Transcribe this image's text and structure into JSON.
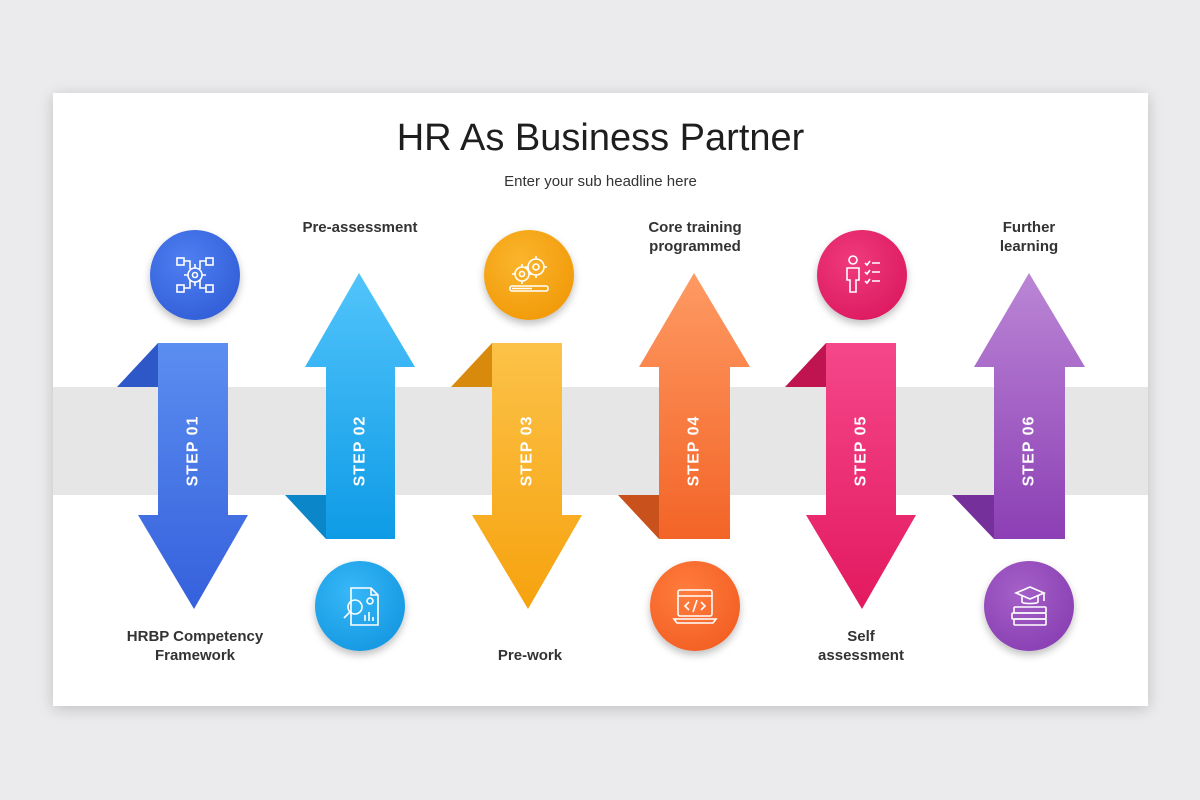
{
  "slide": {
    "title": "HR As Business Partner",
    "subtitle": "Enter your sub headline here"
  },
  "steps": [
    {
      "label": "STEP 01",
      "caption_line1": "HRBP Competency",
      "caption_line2": "Framework",
      "direction": "down",
      "color": "#3f6fe0",
      "icon": "network-gear-icon"
    },
    {
      "label": "STEP 02",
      "caption_line1": "Pre-assessment",
      "caption_line2": "",
      "direction": "up",
      "color": "#1aa6ee",
      "icon": "document-search-icon"
    },
    {
      "label": "STEP 03",
      "caption_line1": "Pre-work",
      "caption_line2": "",
      "direction": "down",
      "color": "#f9ad1f",
      "icon": "gears-progress-icon"
    },
    {
      "label": "STEP 04",
      "caption_line1": "Core training",
      "caption_line2": "programmed",
      "direction": "up",
      "color": "#f77232",
      "icon": "code-window-icon"
    },
    {
      "label": "STEP 05",
      "caption_line1": "Self",
      "caption_line2": "assessment",
      "direction": "down",
      "color": "#ec2a6e",
      "icon": "person-checklist-icon"
    },
    {
      "label": "STEP 06",
      "caption_line1": "Further",
      "caption_line2": "learning",
      "direction": "up",
      "color": "#9b52c0",
      "icon": "graduation-books-icon"
    }
  ]
}
